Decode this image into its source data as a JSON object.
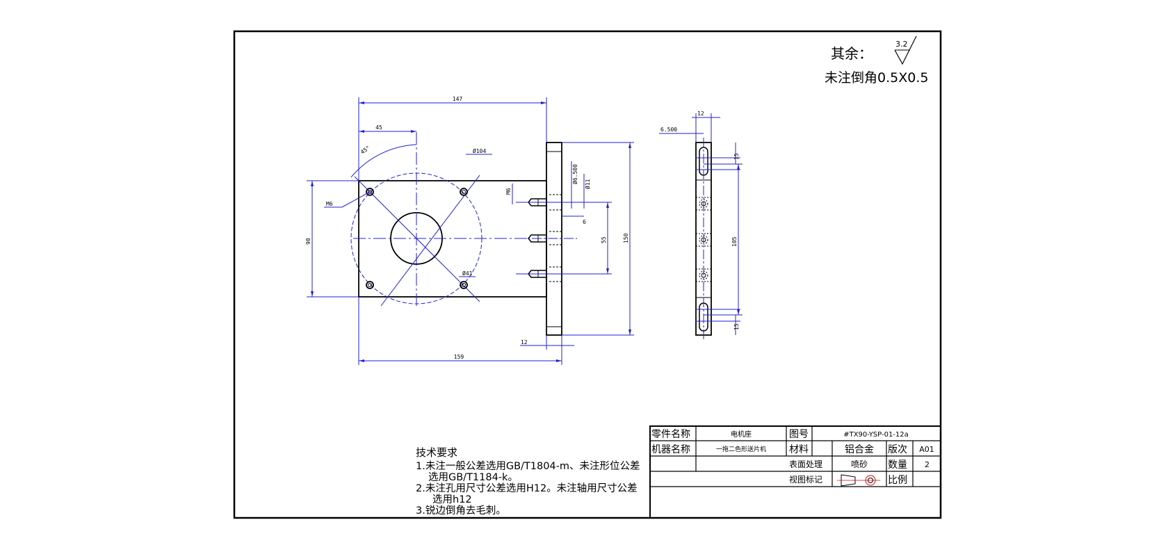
{
  "notes": {
    "roughness_prefix": "其余：",
    "roughness_value": "3.2",
    "chamfer": "未注倒角0.5X0.5"
  },
  "tech_requirements": {
    "title": "技术要求",
    "lines": [
      "1.未注一般公差选用GB/T1804-m、未注形位公差",
      "选用GB/T1184-k。",
      "2.未注孔用尺寸公差选用H12。未注轴用尺寸公差",
      "选用h12",
      "3.锐边倒角去毛刺。"
    ]
  },
  "dimensions": {
    "total_width": "147",
    "offset": "45",
    "angle": "45°",
    "bolt_circle": "Ø104",
    "bore": "Ø41",
    "height": "90",
    "thread_left": "M6",
    "thread_side": "M6",
    "hole_6_5": "Ø6.500",
    "hole_11": "Ø11",
    "depth_6": "6",
    "spacing_55": "55",
    "height_150": "150",
    "flange_12": "12",
    "overall_159": "159",
    "side_12": "12",
    "side_6_5": "6.500",
    "slot_15_top": "15",
    "span_105": "105",
    "slot_15_bottom": "15"
  },
  "title_block": {
    "part_name_label": "零件名称",
    "part_name": "电机座",
    "drawing_no_label": "图号",
    "drawing_no": "#TX90-YSP-01-12a",
    "machine_label": "机器名称",
    "machine_name": "一拖二色形送片机",
    "material_label": "材料",
    "material": "铝合金",
    "version_label": "版次",
    "version": "A01",
    "surface_label": "表面处理",
    "surface": "喷砂",
    "qty_label": "数量",
    "qty": "2",
    "view_label": "视图标记",
    "scale_label": "比例",
    "scale": ""
  }
}
